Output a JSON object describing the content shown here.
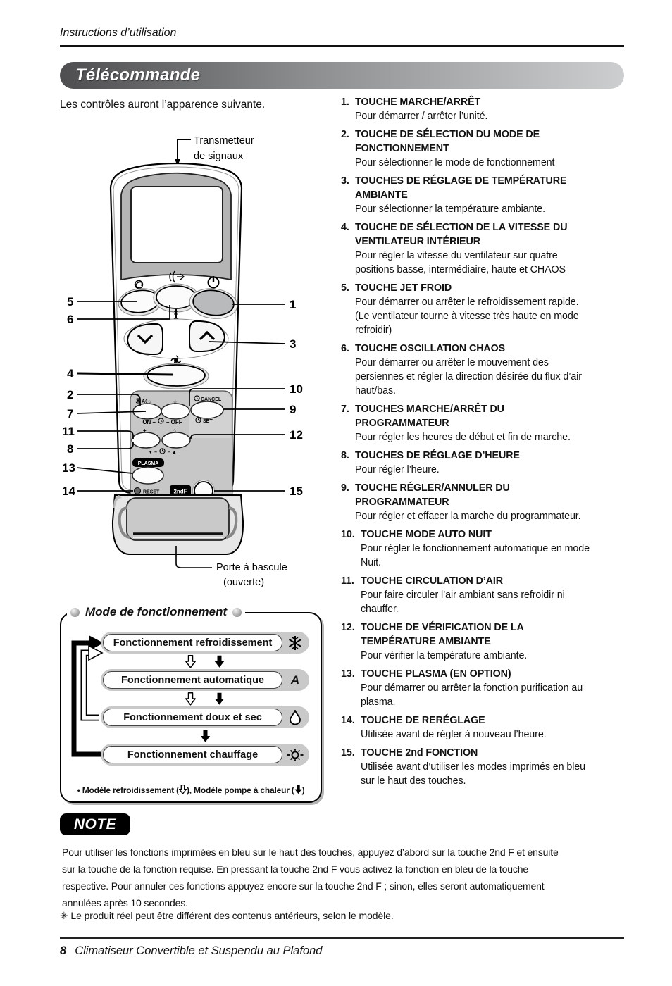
{
  "page": {
    "header": "Instructions d’utilisation",
    "section_title": "Télécommande",
    "intro": "Les contrôles auront l’apparence suivante.",
    "footer": {
      "page_number": "8",
      "text": "Climatiseur Convertible et Suspendu au Plafond"
    }
  },
  "diagram": {
    "transmitter_label": [
      "Transmetteur",
      "de signaux"
    ],
    "door_label": [
      "Porte à bascule",
      "(ouverte)"
    ],
    "callouts_left": [
      "5",
      "6",
      "4",
      "2",
      "7",
      "11",
      "8",
      "13",
      "14"
    ],
    "callouts_right": [
      "1",
      "3",
      "10",
      "9",
      "12",
      "15"
    ],
    "panel": {
      "mode_icons_suffix": "A◊☼",
      "star": "☆",
      "cancel": "CANCEL",
      "set": "SET",
      "on": "ON –",
      "off": "– OFF",
      "down": "▼ –",
      "up": "– ▲",
      "plus": "+",
      "house": "⌂",
      "plasma": "PLASMA",
      "reset": "RESET",
      "second_f": "2ndF"
    }
  },
  "mode_box": {
    "title": "Mode de fonctionnement",
    "rows": [
      {
        "label": "Fonctionnement refroidissement",
        "icon": "snowflake-icon"
      },
      {
        "label": "Fonctionnement automatique",
        "icon": "auto-a-icon",
        "glyph": "A"
      },
      {
        "label": "Fonctionnement doux et sec",
        "icon": "drop-icon"
      },
      {
        "label": "Fonctionnement chauffage",
        "icon": "sun-icon"
      }
    ],
    "note_pre": "• Modèle refroidissement (",
    "note_mid": "), Modèle pompe à chaleur (",
    "note_end": ")"
  },
  "features": {
    "items": [
      {
        "num": "1.",
        "title": "TOUCHE MARCHE/ARRÊT",
        "desc": "Pour démarrer / arrêter l’unité."
      },
      {
        "num": "2.",
        "title": "TOUCHE DE SÉLECTION DU MODE DE\nFONCTIONNEMENT",
        "desc": "Pour sélectionner le mode de fonctionnement"
      },
      {
        "num": "3.",
        "title": "TOUCHES DE RÉGLAGE DE TEMPÉRATURE\nAMBIANTE",
        "desc": "Pour sélectionner la température ambiante."
      },
      {
        "num": "4.",
        "title": "TOUCHE DE SÉLECTION DE LA VITESSE DU\nVENTILATEUR INTÉRIEUR",
        "desc": "Pour régler la vitesse du ventilateur sur quatre\npositions basse, intermédiaire, haute et CHAOS"
      },
      {
        "num": "5.",
        "title": "TOUCHE JET FROID",
        "desc": "Pour démarrer ou arrêter le refroidissement rapide.\n(Le ventilateur tourne à vitesse très haute en mode\nrefroidir)"
      },
      {
        "num": "6.",
        "title": "TOUCHE OSCILLATION CHAOS",
        "desc": "Pour démarrer ou arrêter le mouvement des\npersiennes et régler la direction désirée du flux d’air\nhaut/bas."
      },
      {
        "num": "7.",
        "title": "TOUCHES MARCHE/ARRÊT DU\nPROGRAMMATEUR",
        "desc": "Pour régler les heures de début et fin de marche."
      },
      {
        "num": "8.",
        "title": "TOUCHES DE RÉGLAGE D’HEURE",
        "desc": "Pour régler l’heure."
      },
      {
        "num": "9.",
        "title": "TOUCHE RÉGLER/ANNULER DU\nPROGRAMMATEUR",
        "desc": "Pour régler et effacer la marche du programmateur."
      },
      {
        "num": "10.",
        "title": "TOUCHE MODE AUTO NUIT",
        "desc": "Pour régler le fonctionnement automatique en mode\nNuit."
      },
      {
        "num": "11.",
        "title": "TOUCHE CIRCULATION D’AIR",
        "desc": "Pour faire circuler l’air ambiant sans refroidir ni\nchauffer."
      },
      {
        "num": "12.",
        "title": "TOUCHE DE VÉRIFICATION DE LA\nTEMPÉRATURE AMBIANTE",
        "desc": "Pour vérifier la température ambiante."
      },
      {
        "num": "13.",
        "title": "TOUCHE PLASMA (EN OPTION)",
        "desc": "Pour démarrer ou arrêter la fonction purification au\nplasma."
      },
      {
        "num": "14.",
        "title": "TOUCHE DE RERÉGLAGE",
        "desc": "Utilisée avant de régler à nouveau l’heure."
      },
      {
        "num": "15.",
        "title": "TOUCHE 2nd FONCTION",
        "desc": "Utilisée avant d’utiliser les modes imprimés en bleu\nsur le haut des touches."
      }
    ]
  },
  "note": {
    "badge": "NOTE",
    "body": "Pour utiliser les fonctions imprimées en bleu sur le haut des touches, appuyez d’abord sur la touche 2nd F et ensuite\nsur la touche de la fonction requise. En pressant la touche 2nd F vous activez la fonction en bleu de la touche\nrespective. Pour annuler ces fonctions appuyez encore sur la touche 2nd F ; sinon, elles seront automatiquement\nannulées après 10 secondes.",
    "asterisk": "✳ Le produit réel peut être différent des contenus antérieurs, selon le modèle."
  }
}
